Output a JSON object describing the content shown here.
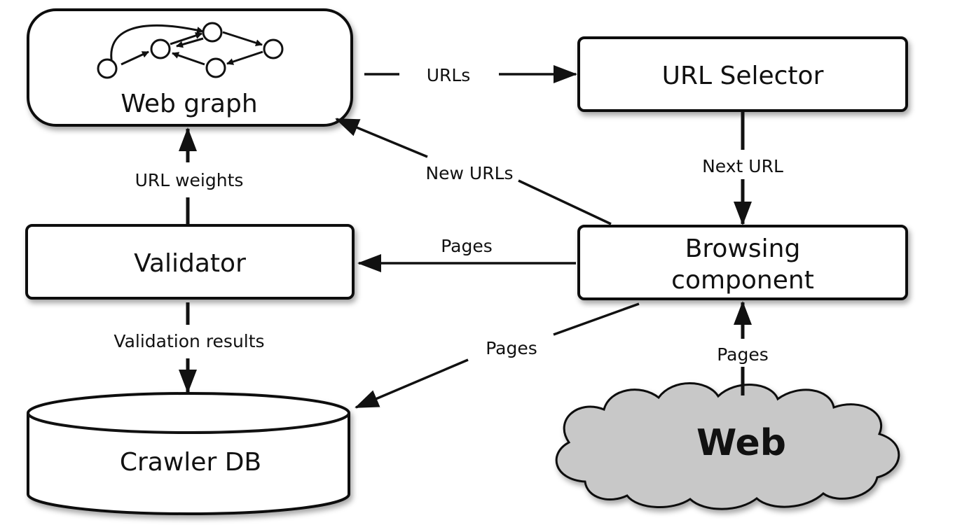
{
  "nodes": {
    "web_graph": "Web graph",
    "url_selector": "URL Selector",
    "validator": "Validator",
    "browsing_line1": "Browsing",
    "browsing_line2": "component",
    "crawler_db": "Crawler DB",
    "web": "Web"
  },
  "edges": {
    "urls": "URLs",
    "next_url": "Next URL",
    "new_urls": "New URLs",
    "url_weights": "URL weights",
    "pages_to_validator": "Pages",
    "validation_results": "Validation results",
    "pages_to_db": "Pages",
    "pages_from_web": "Pages"
  },
  "colors": {
    "stroke": "#111111",
    "cloud_fill": "#c8c8c8"
  }
}
